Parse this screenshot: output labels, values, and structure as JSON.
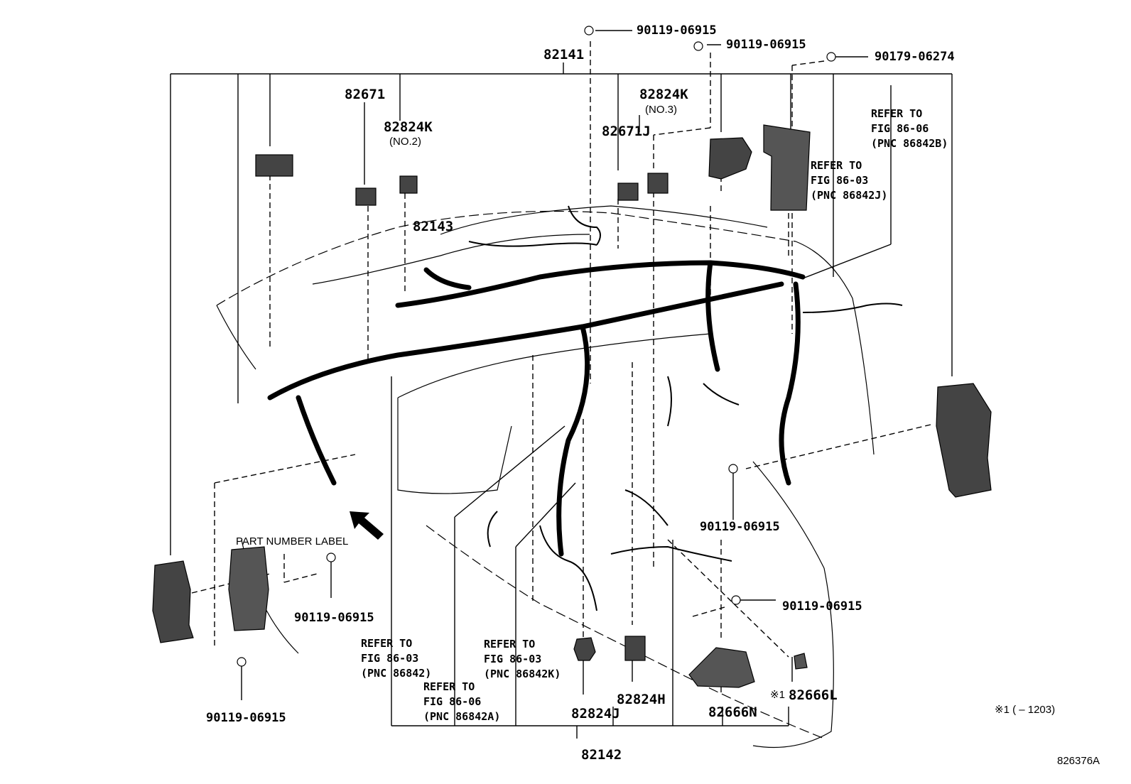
{
  "labels": {
    "bolt_top_1": "90119-06915",
    "bolt_top_2": "90119-06915",
    "clip_top": "90179-06274",
    "main_harness": "82141",
    "relay_82671": "82671",
    "relay_82824k_no2": "82824K",
    "no2": "(NO.2)",
    "relay_82824k_no3": "82824K",
    "no3": "(NO.3)",
    "relay_82671j": "82671J",
    "harness_82143": "82143",
    "bolt_right": "90119-06915",
    "bolt_left_mid": "90119-06915",
    "bolt_lower_right": "90119-06915",
    "bolt_bottom_left": "90119-06915",
    "relay_82824j": "82824J",
    "relay_82824h": "82824H",
    "block_82666n": "82666N",
    "clip_82666l": "82666L",
    "clip_82666l_mark": "※1",
    "harness_82142": "82142",
    "part_number_label": "PART NUMBER LABEL",
    "footnote": "※1 (  – 1203)",
    "drawing_id": "826376A"
  },
  "refer_notes": {
    "fig_8606_b": [
      "REFER TO",
      "FIG 86-06",
      "(PNC 86842B)"
    ],
    "fig_8603_j": [
      "REFER TO",
      "FIG 86-03",
      "(PNC 86842J)"
    ],
    "fig_8603_main": [
      "REFER TO",
      "FIG 86-03",
      "(PNC 86842)"
    ],
    "fig_8603_k": [
      "REFER TO",
      "FIG 86-03",
      "(PNC 86842K)"
    ],
    "fig_8606_a": [
      "REFER TO",
      "FIG 86-06",
      "(PNC 86842A)"
    ]
  }
}
